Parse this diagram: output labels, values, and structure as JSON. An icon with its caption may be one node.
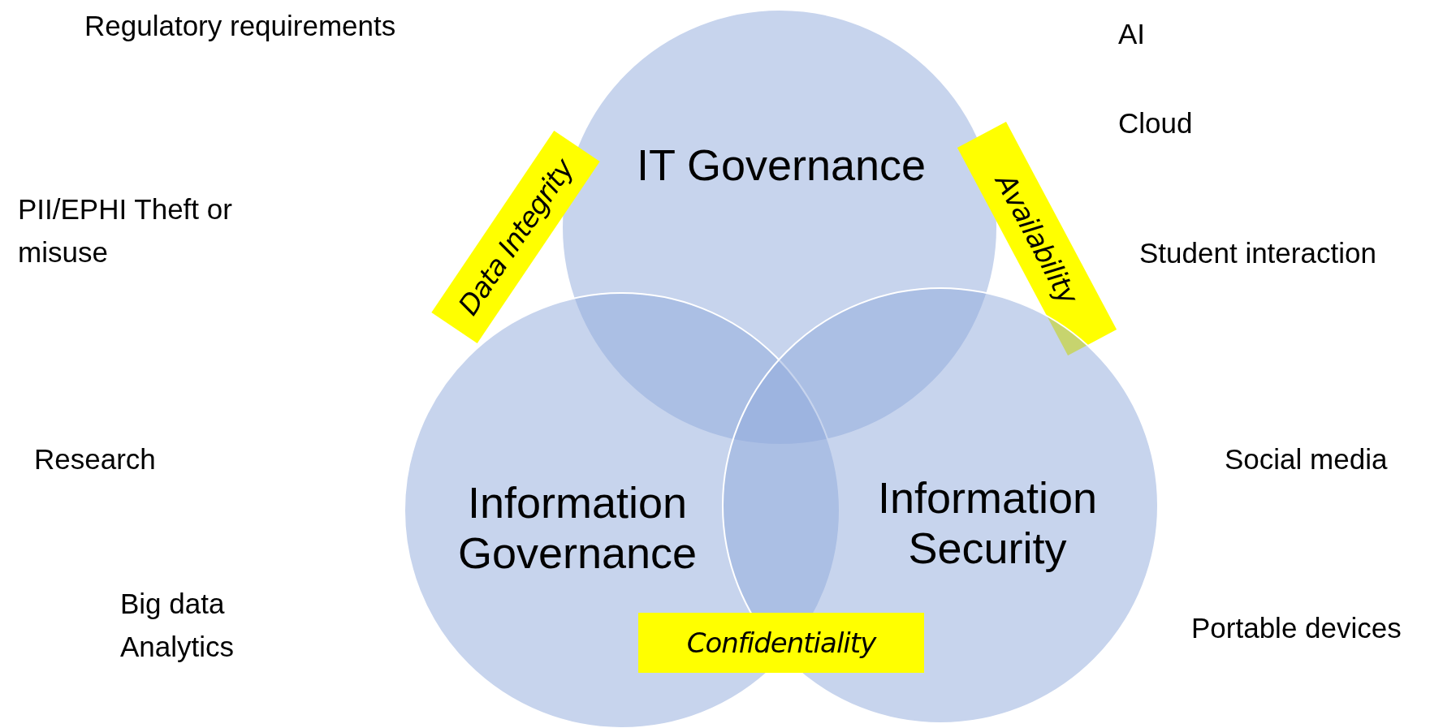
{
  "diagram": {
    "nodes": [
      {
        "text": [
          "IT Governance"
        ]
      },
      {
        "text": [
          "Data Integrity"
        ]
      },
      {
        "text": [
          "Availability"
        ]
      },
      {
        "text": [
          "Information Governance"
        ]
      },
      {
        "text": [
          "Information Security"
        ]
      },
      {
        "text": [
          "Confidentiality"
        ]
      }
    ],
    "labels": [
      "Regulatory requirements",
      "AI",
      "Cloud",
      "PII/EPHI Theft or misuse",
      "Student interaction",
      "Research",
      "Social media",
      "Big data Analytics",
      "Portable devices"
    ]
  }
}
